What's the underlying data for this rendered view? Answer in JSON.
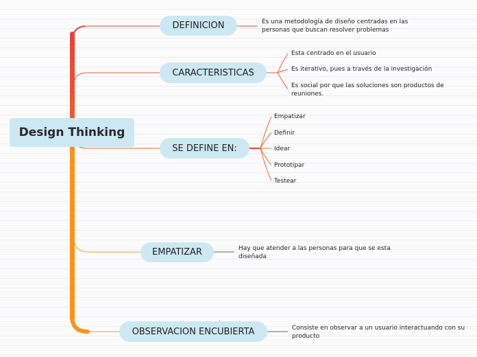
{
  "root": {
    "label": "Design Thinking"
  },
  "branches": [
    {
      "label": "DEFINICION",
      "color": "#e8483a",
      "leaves": [
        "Es una metodología de diseño centradas en las personas que buscan resolver problemas"
      ]
    },
    {
      "label": "CARACTERISTICAS",
      "color": "#ec5a30",
      "leaves": [
        "Esta centrado en el usuario",
        "Es iterativo, pues a través de la investigación",
        "Es social por que las soluciones son productos de reuniones."
      ]
    },
    {
      "label": "SE DEFINE EN:",
      "color": "#f06a2a",
      "leaves": [
        "Empatizar",
        "Definir",
        "Idear",
        "Prototipar",
        "Testear"
      ]
    },
    {
      "label": "EMPATIZAR",
      "color": "#f7941d",
      "leaves": [
        "Hay que atender a las personas para que se esta diseñada"
      ]
    },
    {
      "label": "OBSERVACION ENCUBIERTA",
      "color": "#f7941d",
      "leaves": [
        "Consiste en observar a un usuario interactuando con su producto"
      ]
    }
  ]
}
